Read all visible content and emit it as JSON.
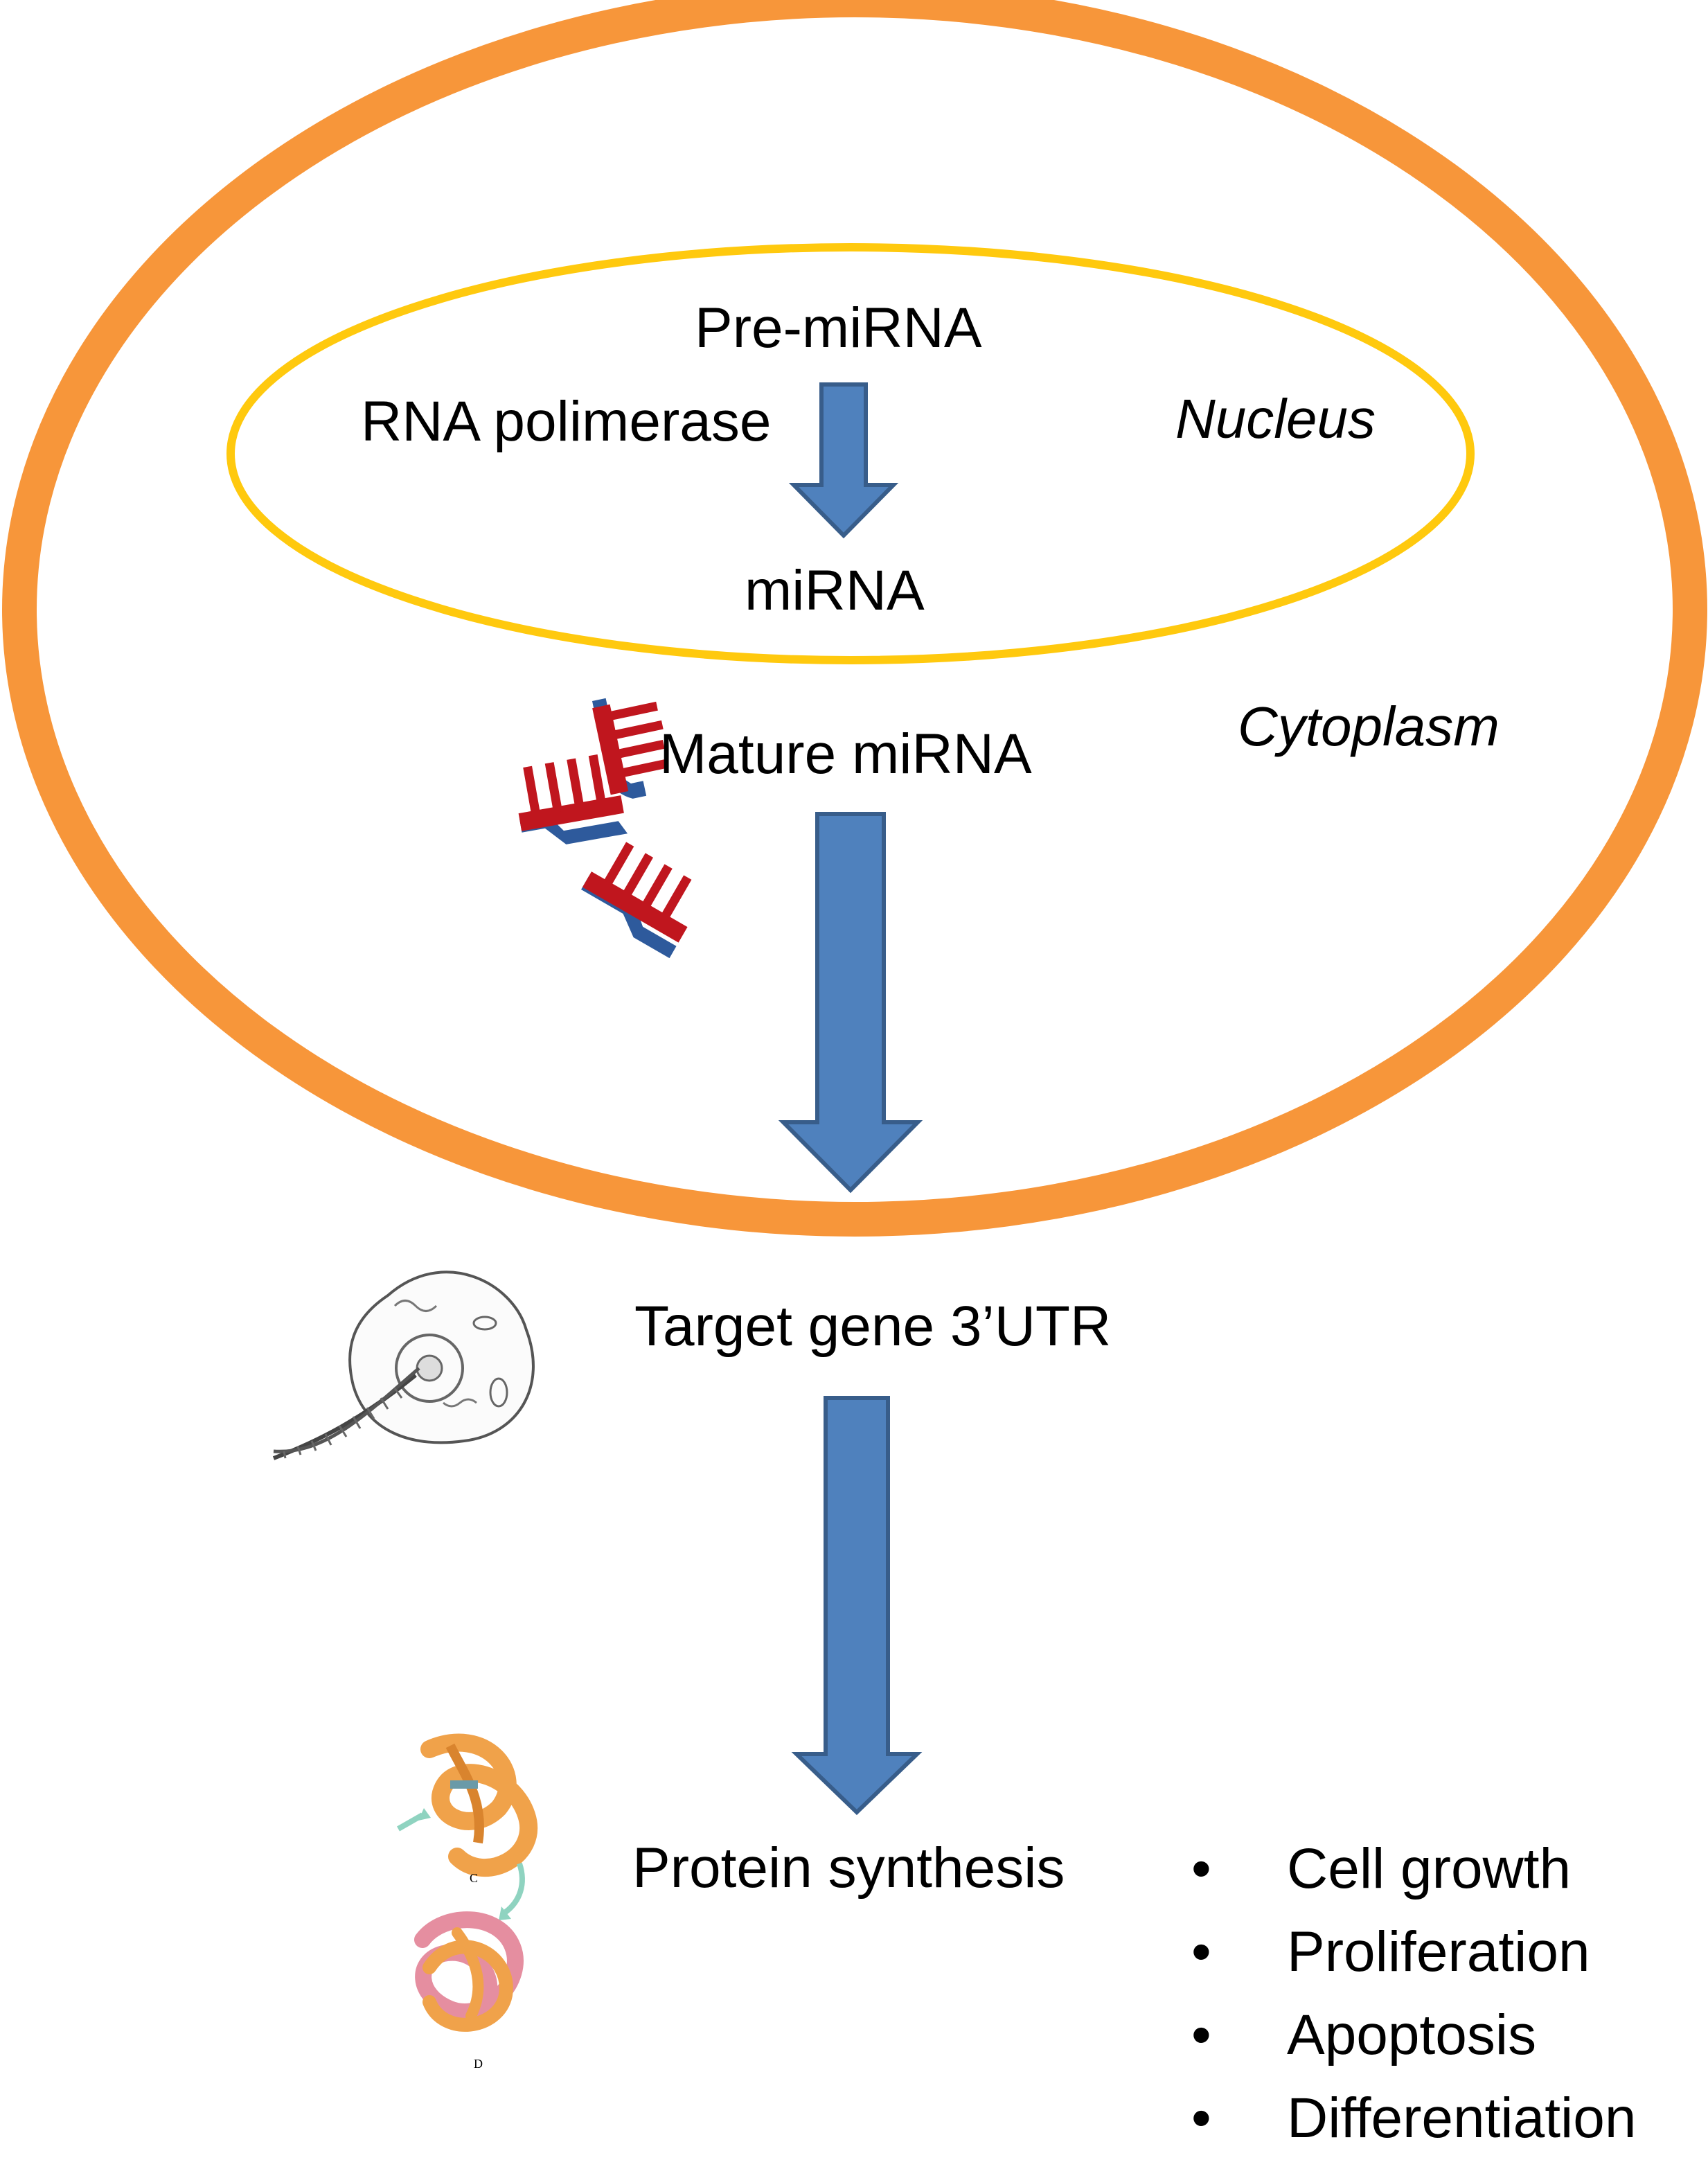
{
  "compartments": {
    "nucleus_label": "Nucleus",
    "cytoplasm_label": "Cytoplasm"
  },
  "steps": {
    "pre_mirna": "Pre-miRNA",
    "rna_polymerase": "RNA polimerase",
    "mirna": "miRNA",
    "mature_mirna": "Mature miRNA",
    "target_gene": "Target gene 3’UTR",
    "protein_synthesis": "Protein synthesis"
  },
  "outcomes": {
    "bullet": "•",
    "items": [
      "Cell growth",
      "Proliferation",
      "Apoptosis",
      "Differentiation"
    ]
  },
  "protein_panel_labels": {
    "c": "C",
    "d": "D"
  },
  "colors": {
    "cell_membrane": "#F7963A",
    "nuclear_envelope": "#FFC90E",
    "arrow_fill": "#4F81BD",
    "arrow_stroke": "#385D8A",
    "mirna_red": "#C0161E",
    "mirna_backbone": "#2E5A9C",
    "protein_orange": "#F0A24A",
    "protein_pink": "#E58EA0"
  }
}
